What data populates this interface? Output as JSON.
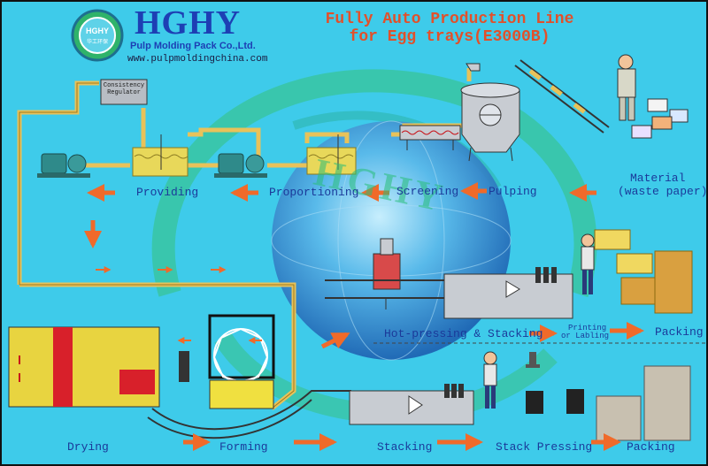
{
  "header": {
    "brand": "HGHY",
    "company": "Pulp Molding Pack Co.,Ltd.",
    "website": "www.pulpmoldingchina.com",
    "title_line1": "Fully Auto Production Line",
    "title_line2": "for Egg trays(E3000B)",
    "logo_chinese": "华工环保"
  },
  "watermark": "HGHY",
  "equipment": {
    "consistency_regulator": "Consistency Regulator"
  },
  "stages": {
    "providing": "Providing",
    "proportioning": "Proportioning",
    "screening": "Screening",
    "pulping": "Pulping",
    "material": "Material",
    "material_sub": "(waste paper)",
    "hot_pressing_stacking": "Hot-pressing & Stacking",
    "printing": "Printing",
    "labling": "or Labling",
    "packing_upper": "Packing",
    "drying": "Drying",
    "forming": "Forming",
    "stacking": "Stacking",
    "stack_pressing": "Stack Pressing",
    "packing_lower": "Packing"
  },
  "colors": {
    "background": "#3ecbea",
    "arrow": "#f06a2a",
    "pipe": "#e8c25a",
    "label": "#c8151b",
    "brand": "#1d3fb4",
    "title": "#e2502a"
  }
}
